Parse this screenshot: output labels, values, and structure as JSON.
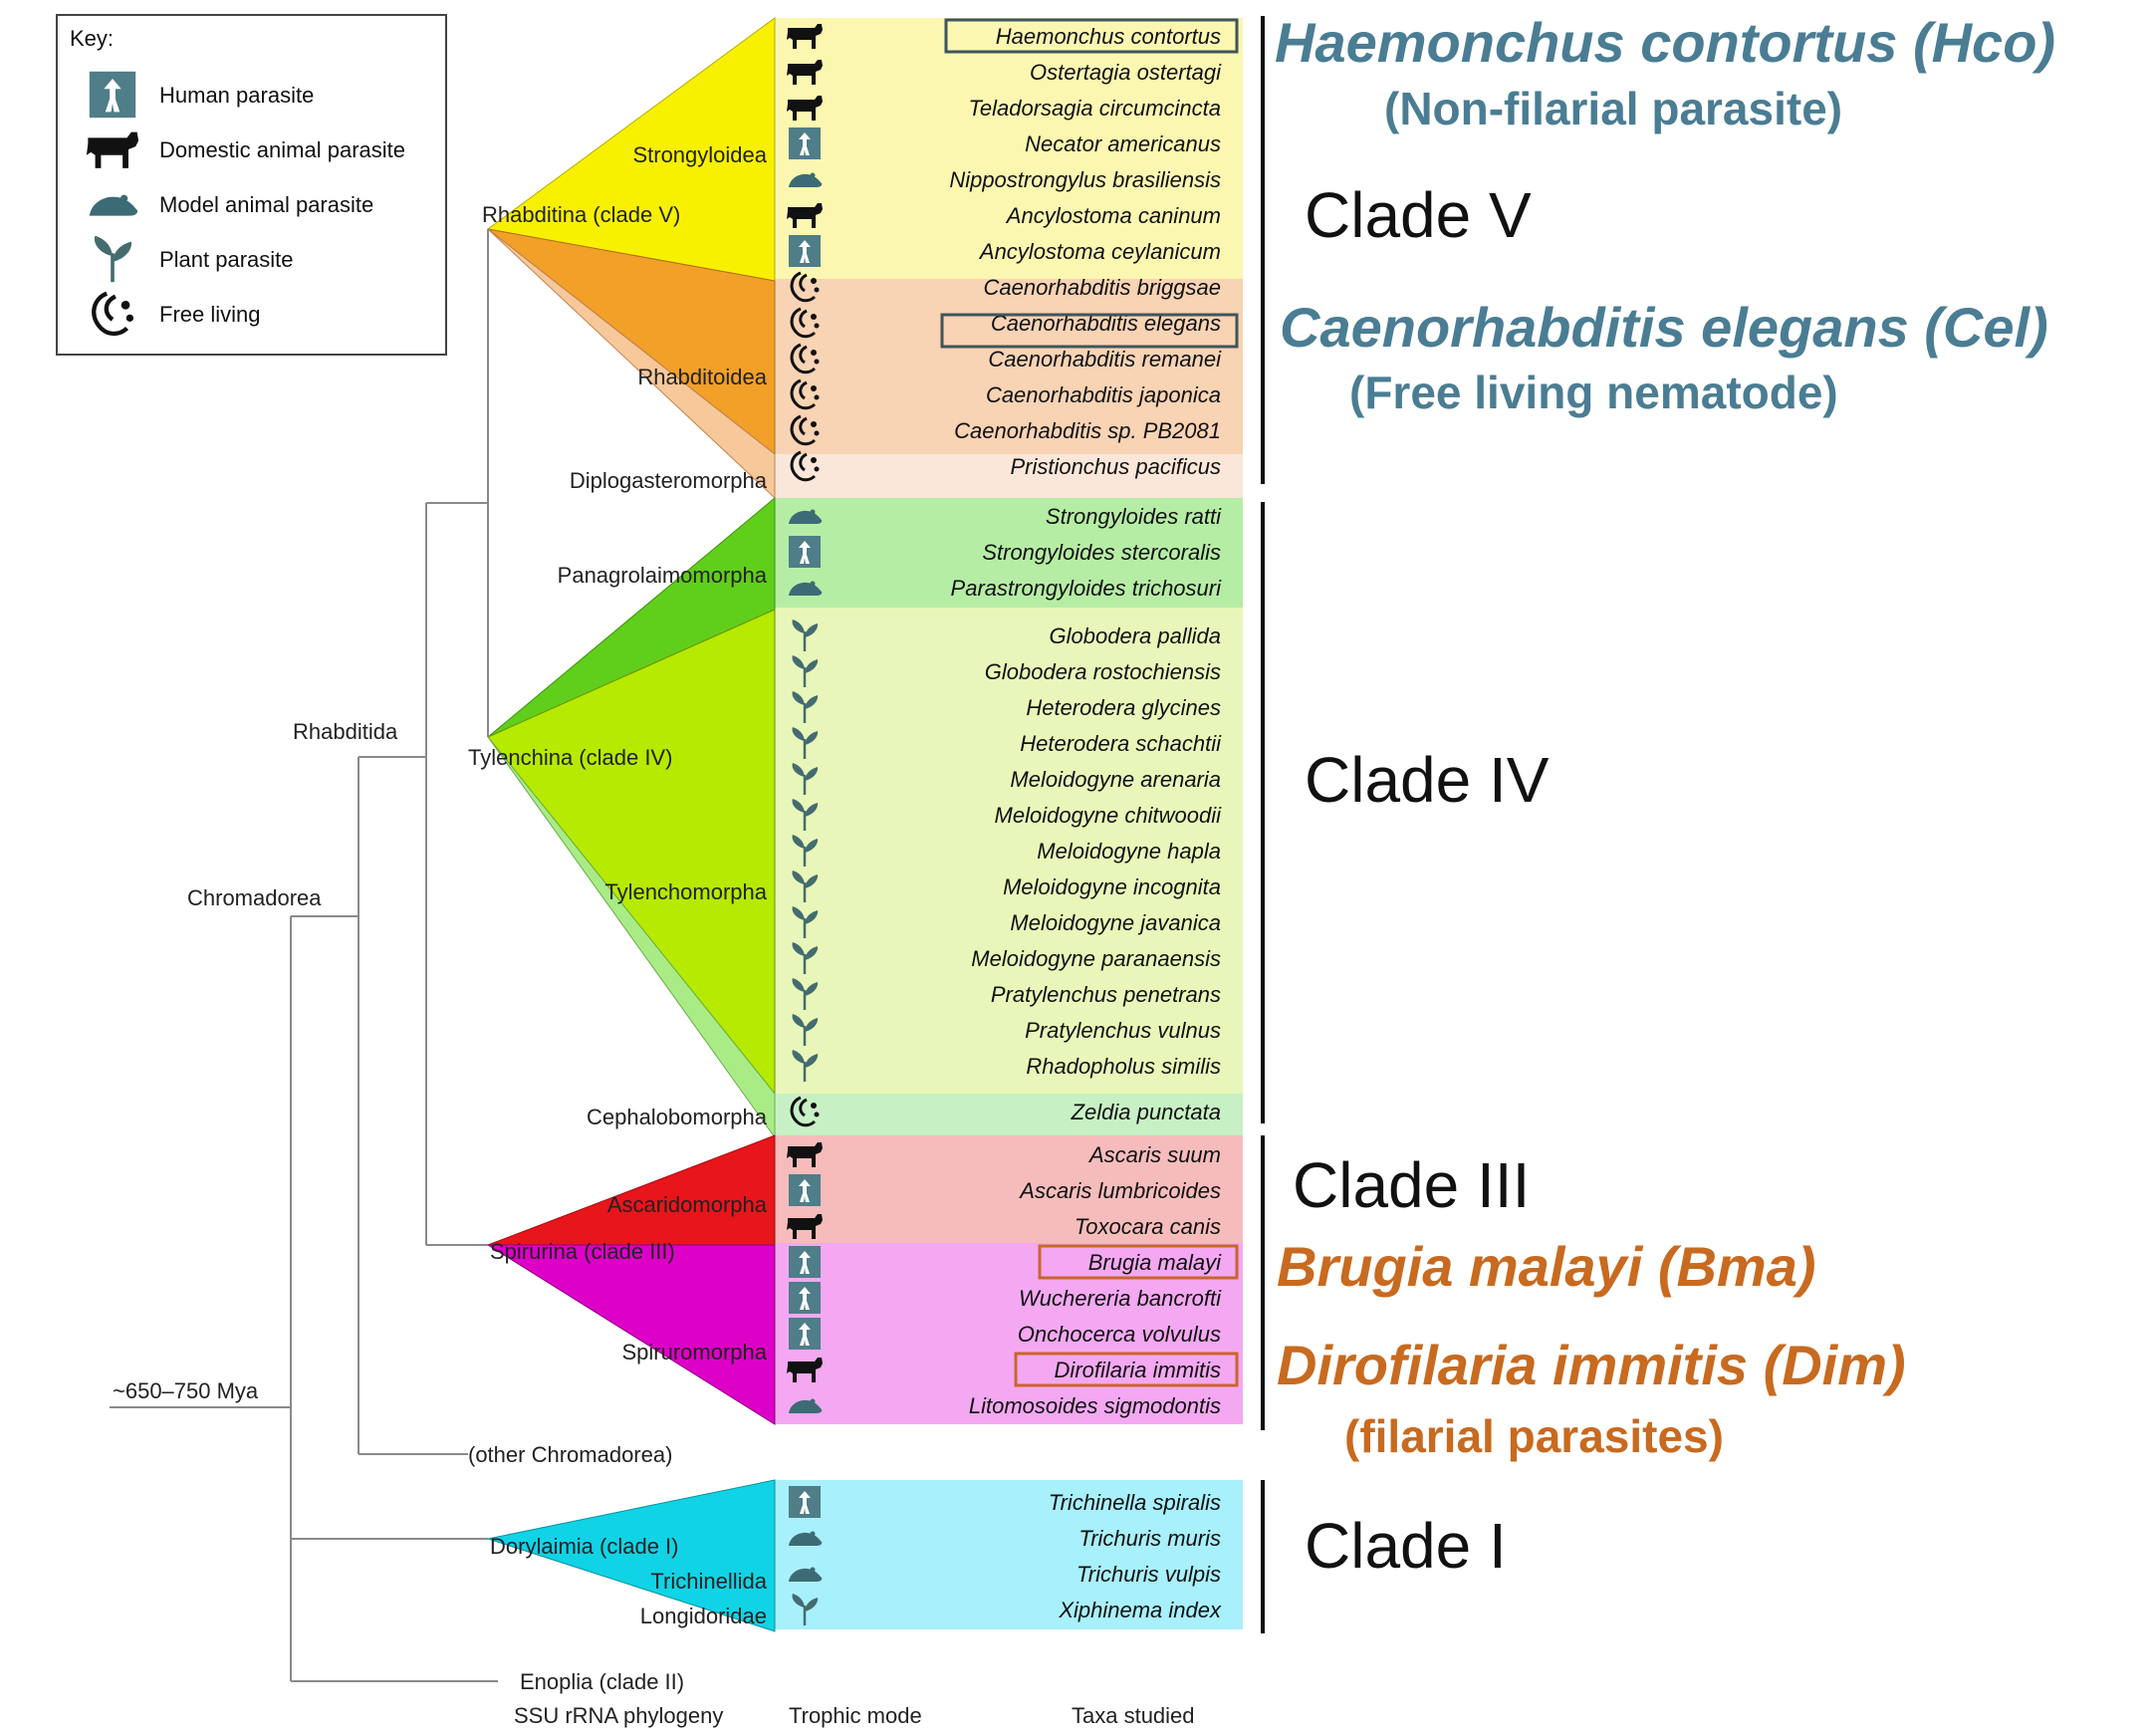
{
  "colors": {
    "strongyloidea": "#f7f100",
    "rhabditoidea": "#f2a028",
    "diplogaster": "#f6d6b8",
    "panagrolaimo": "#5fcf1b",
    "tylench": "#b6ea00",
    "cephalobo": "#a9ec86",
    "ascarido": "#e8151b",
    "spiruro": "#dd00c7",
    "dorylaimia": "#10d3e6",
    "hco_accent": "#4a7d93",
    "filarial_accent": "#c86a1f",
    "box_dark": "#3e555d",
    "box_orange": "#c8662b"
  },
  "key": {
    "title": "Key:",
    "items": [
      {
        "label": "Human parasite",
        "icon": "human-parasite-icon"
      },
      {
        "label": "Domestic animal parasite",
        "icon": "cow-icon"
      },
      {
        "label": "Model animal parasite",
        "icon": "rodent-icon"
      },
      {
        "label": "Plant parasite",
        "icon": "plant-icon"
      },
      {
        "label": "Free living",
        "icon": "free-living-icon"
      }
    ]
  },
  "tree_labels": {
    "strongyloidea": "Strongyloidea",
    "rhabditina": "Rhabditina (clade V)",
    "rhabditoidea": "Rhabditoidea",
    "diplogasteromorpha": "Diplogasteromorpha",
    "panagrolaimomorpha": "Panagrolaimomorpha",
    "rhabditida": "Rhabditida",
    "tylenchina": "Tylenchina (clade IV)",
    "chromadorea": "Chromadorea",
    "tylenchomorpha": "Tylenchomorpha",
    "cephalobomorpha": "Cephalobomorpha",
    "ascaridomorpha": "Ascaridomorpha",
    "spirurina": "Spirurina (clade III)",
    "spiruromorpha": "Spiruromorpha",
    "mya": "~650–750 Mya",
    "other_chromadorea": "(other Chromadorea)",
    "dorylaimia": "Dorylaimia (clade I)",
    "trichinellida": "Trichinellida",
    "longidoridae": "Longidoridae",
    "enoplia": "Enoplia (clade II)"
  },
  "taxa": [
    {
      "name": "Haemonchus contortus",
      "icon": "cow-icon"
    },
    {
      "name": "Ostertagia ostertagi",
      "icon": "cow-icon"
    },
    {
      "name": "Teladorsagia circumcincta",
      "icon": "cow-icon"
    },
    {
      "name": "Necator americanus",
      "icon": "human-parasite-icon"
    },
    {
      "name": "Nippostrongylus brasiliensis",
      "icon": "rodent-icon"
    },
    {
      "name": "Ancylostoma caninum",
      "icon": "cow-icon"
    },
    {
      "name": "Ancylostoma ceylanicum",
      "icon": "human-parasite-icon"
    },
    {
      "name": "Caenorhabditis briggsae",
      "icon": "free-living-icon"
    },
    {
      "name": "Caenorhabditis elegans",
      "icon": "free-living-icon"
    },
    {
      "name": "Caenorhabditis remanei",
      "icon": "free-living-icon"
    },
    {
      "name": "Caenorhabditis japonica",
      "icon": "free-living-icon"
    },
    {
      "name": "Caenorhabditis sp. PB2081",
      "icon": "free-living-icon"
    },
    {
      "name": "Pristionchus pacificus",
      "icon": "free-living-icon"
    },
    {
      "name": "Strongyloides ratti",
      "icon": "rodent-icon"
    },
    {
      "name": "Strongyloides stercoralis",
      "icon": "human-parasite-icon"
    },
    {
      "name": "Parastrongyloides trichosuri",
      "icon": "rodent-icon"
    },
    {
      "name": "Globodera pallida",
      "icon": "plant-icon"
    },
    {
      "name": "Globodera rostochiensis",
      "icon": "plant-icon"
    },
    {
      "name": "Heterodera glycines",
      "icon": "plant-icon"
    },
    {
      "name": "Heterodera schachtii",
      "icon": "plant-icon"
    },
    {
      "name": "Meloidogyne arenaria",
      "icon": "plant-icon"
    },
    {
      "name": "Meloidogyne chitwoodii",
      "icon": "plant-icon"
    },
    {
      "name": "Meloidogyne hapla",
      "icon": "plant-icon"
    },
    {
      "name": "Meloidogyne incognita",
      "icon": "plant-icon"
    },
    {
      "name": "Meloidogyne javanica",
      "icon": "plant-icon"
    },
    {
      "name": "Meloidogyne paranaensis",
      "icon": "plant-icon"
    },
    {
      "name": "Pratylenchus penetrans",
      "icon": "plant-icon"
    },
    {
      "name": "Pratylenchus vulnus",
      "icon": "plant-icon"
    },
    {
      "name": "Rhadopholus similis",
      "icon": "plant-icon"
    },
    {
      "name": "Zeldia punctata",
      "icon": "free-living-icon"
    },
    {
      "name": "Ascaris suum",
      "icon": "cow-icon"
    },
    {
      "name": "Ascaris lumbricoides",
      "icon": "human-parasite-icon"
    },
    {
      "name": "Toxocara canis",
      "icon": "cow-icon"
    },
    {
      "name": "Brugia malayi",
      "icon": "human-parasite-icon"
    },
    {
      "name": "Wuchereria bancrofti",
      "icon": "human-parasite-icon"
    },
    {
      "name": "Onchocerca volvulus",
      "icon": "human-parasite-icon"
    },
    {
      "name": "Dirofilaria immitis",
      "icon": "cow-icon"
    },
    {
      "name": "Litomosoides sigmodontis",
      "icon": "rodent-icon"
    },
    {
      "name": "Trichinella spiralis",
      "icon": "human-parasite-icon"
    },
    {
      "name": "Trichuris muris",
      "icon": "rodent-icon"
    },
    {
      "name": "Trichuris vulpis",
      "icon": "rodent-icon"
    },
    {
      "name": "Xiphinema index",
      "icon": "plant-icon"
    }
  ],
  "clades": {
    "clade_v": "Clade V",
    "clade_iv": "Clade IV",
    "clade_iii": "Clade III",
    "clade_i": "Clade I"
  },
  "highlights": {
    "hco_title": "Haemonchus  contortus  (Hco)",
    "hco_sub": "(Non-filarial parasite)",
    "cel_title": "Caenorhabditis  elegans  (Cel)",
    "cel_sub": "(Free living nematode)",
    "bma_title": "Brugia malayi (Bma)",
    "dim_title": "Dirofilaria  immitis  (Dim)",
    "filarial_sub": "(filarial parasites)"
  },
  "footer": {
    "phylogeny": "SSU rRNA phylogeny",
    "trophic": "Trophic mode",
    "taxa_studied": "Taxa studied"
  }
}
